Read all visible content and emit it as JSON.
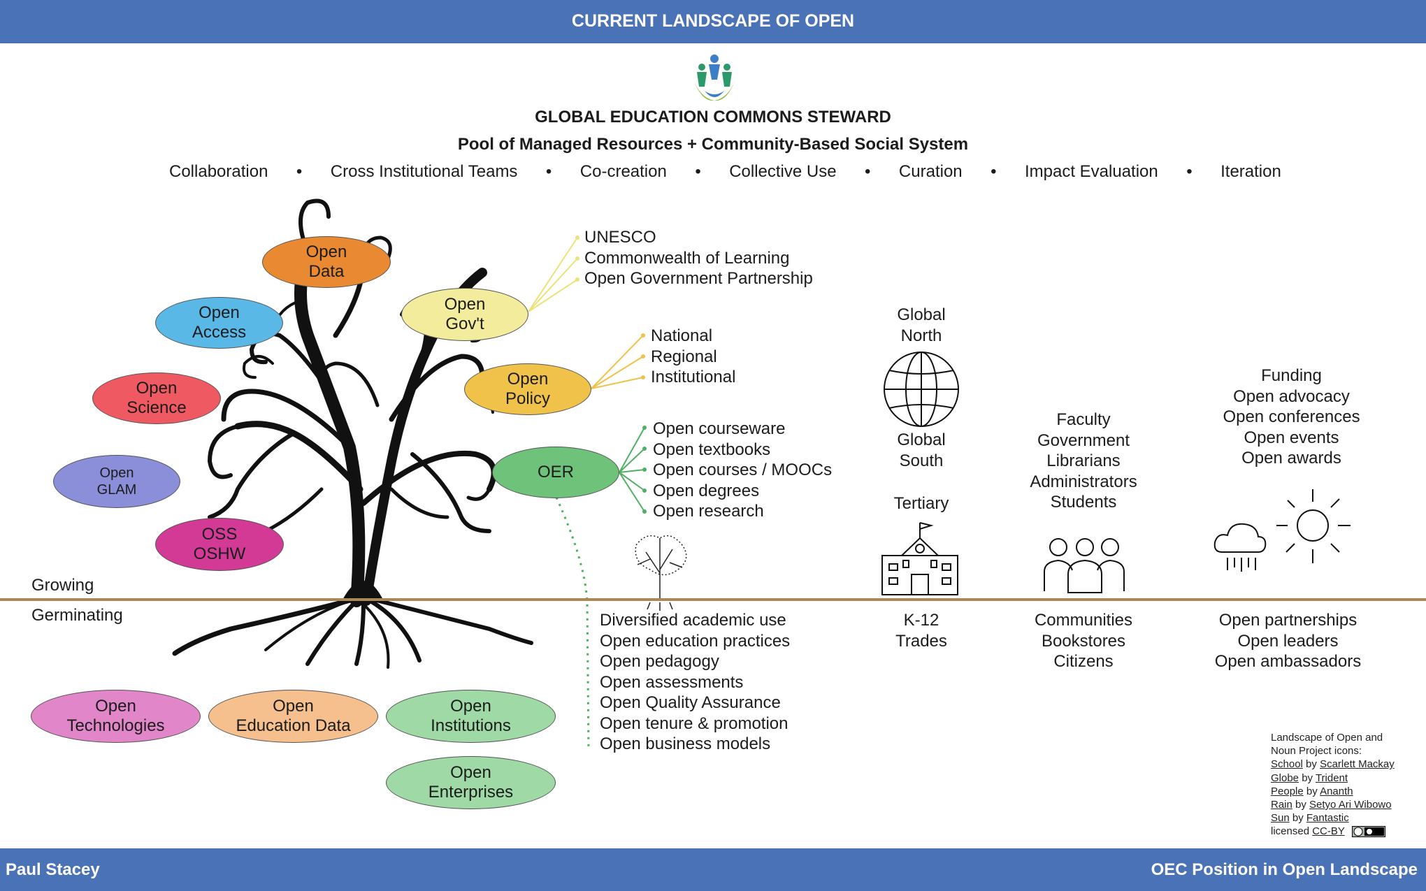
{
  "header": {
    "title": "CURRENT LANDSCAPE OF OPEN"
  },
  "footer": {
    "left": "Paul Stacey",
    "right": "OEC Position in Open Landscape"
  },
  "steward": {
    "title": "GLOBAL EDUCATION COMMONS STEWARD",
    "subtitle": "Pool of Managed Resources + Community-Based Social System",
    "practices": [
      "Collaboration",
      "Cross Institutional Teams",
      "Co-creation",
      "Collective Use",
      "Curation",
      "Impact Evaluation",
      "Iteration"
    ],
    "separator": "•"
  },
  "ellipses": {
    "open_data": [
      "Open",
      "Data"
    ],
    "open_access": [
      "Open",
      "Access"
    ],
    "open_govt": [
      "Open",
      "Gov't"
    ],
    "open_science": [
      "Open",
      "Science"
    ],
    "open_policy": [
      "Open",
      "Policy"
    ],
    "open_glam": [
      "Open",
      "GLAM"
    ],
    "oer": [
      "OER"
    ],
    "oss_oshw": [
      "OSS",
      "OSHW"
    ],
    "open_technologies": [
      "Open",
      "Technologies"
    ],
    "open_education_data": [
      "Open",
      "Education Data"
    ],
    "open_institutions": [
      "Open",
      "Institutions"
    ],
    "open_enterprises": [
      "Open",
      "Enterprises"
    ]
  },
  "colors": {
    "open_data": "#e98a33",
    "open_access": "#5ab8e6",
    "open_govt": "#f2ec9c",
    "open_science": "#ef5a62",
    "open_policy": "#f0c24a",
    "open_glam": "#8b8ed8",
    "oer": "#6fc27a",
    "oss_oshw": "#d23a96",
    "open_technologies": "#e086c9",
    "open_education_data": "#f6c08e",
    "open_institutions": "#9ed9a6",
    "open_enterprises": "#9ed9a6",
    "header_bar": "#4a72b6",
    "ground_line": "#a88a5a"
  },
  "govt_list": [
    "UNESCO",
    "Commonwealth of Learning",
    "Open Government Partnership"
  ],
  "policy_list": [
    "National",
    "Regional",
    "Institutional"
  ],
  "oer_list": [
    "Open courseware",
    "Open textbooks",
    "Open courses / MOOCs",
    "Open degrees",
    "Open research"
  ],
  "germinating_list": [
    "Diversified academic use",
    "Open education practices",
    "Open pedagogy",
    "Open assessments",
    "Open Quality Assurance",
    "Open tenure & promotion",
    "Open business models"
  ],
  "levels": {
    "growing": "Growing",
    "germinating": "Germinating"
  },
  "geography": {
    "north": [
      "Global",
      "North"
    ],
    "south": [
      "Global",
      "South"
    ],
    "tertiary": "Tertiary",
    "k12": [
      "K-12",
      "Trades"
    ]
  },
  "people": {
    "above": [
      "Faculty",
      "Government",
      "Librarians",
      "Administrators",
      "Students"
    ],
    "below": [
      "Communities",
      "Bookstores",
      "Citizens"
    ]
  },
  "climate": {
    "above": [
      "Funding",
      "Open advocacy",
      "Open conferences",
      "Open events",
      "Open awards"
    ],
    "below": [
      "Open partnerships",
      "Open leaders",
      "Open ambassadors"
    ]
  },
  "icons": [
    "logo-people-icon",
    "tree-icon",
    "sapling-icon",
    "globe-icon",
    "school-icon",
    "people-icon",
    "rain-cloud-icon",
    "sun-icon",
    "cc-by-badge-icon"
  ],
  "credits": {
    "lines": [
      "Landscape of Open and",
      "Noun Project icons:"
    ],
    "items": [
      {
        "what": "School",
        "by": "by",
        "who": "Scarlett Mackay"
      },
      {
        "what": "Globe",
        "by": "by",
        "who": "Trident"
      },
      {
        "what": "People",
        "by": "by",
        "who": "Ananth"
      },
      {
        "what": "Rain",
        "by": "by",
        "who": "Setyo Ari Wibowo"
      },
      {
        "what": "Sun",
        "by": "by",
        "who": "Fantastic"
      }
    ],
    "licensed": "licensed",
    "license": "CC-BY"
  }
}
